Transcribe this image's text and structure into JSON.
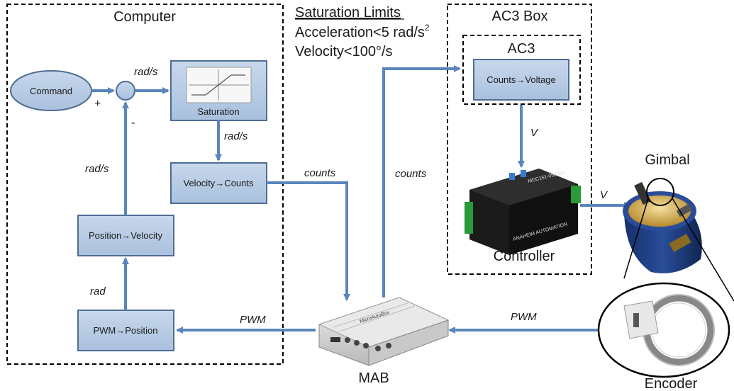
{
  "groups": {
    "computer": "Computer",
    "ac3_box": "AC3 Box",
    "ac3": "AC3"
  },
  "saturation_limits": {
    "title": "Saturation Limits",
    "acceleration_prefix": "Acceleration<5 rad/s",
    "acceleration_exp": "2",
    "velocity": "Velocity<100°/s"
  },
  "blocks": {
    "command": "Command",
    "saturation": "Saturation",
    "velocity_counts": "Velocity→Counts",
    "position_velocity": "Position→Velocity",
    "pwm_position": "PWM→Position",
    "counts_voltage": "Counts→Voltage"
  },
  "signs": {
    "plus": "+",
    "minus": "-"
  },
  "signals": {
    "rad_s_top": "rad/s",
    "rad_s_sat": "rad/s",
    "rad_s_left": "rad/s",
    "rad": "rad",
    "counts_left": "counts",
    "counts_mid": "counts",
    "pwm_left": "PWM",
    "pwm_right": "PWM",
    "v_down": "V",
    "v_right": "V"
  },
  "devices": {
    "controller": "Controller",
    "gimbal": "Gimbal",
    "encoder": "Encoder",
    "mab": "MAB",
    "controller_model": "MDC151-050301",
    "controller_brand": "ANAHEIM AUTOMATION",
    "mab_brand": "MicroAutoBox"
  },
  "colors": {
    "block_fill": "#b9cde5",
    "block_stroke": "#4f6d94",
    "arrow": "#5b86bd"
  }
}
